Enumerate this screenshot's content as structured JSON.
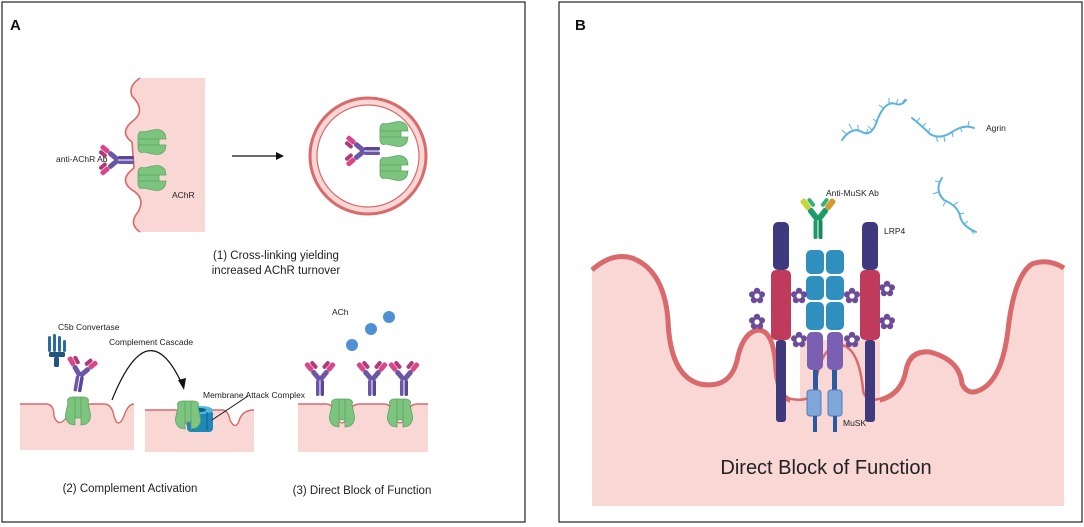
{
  "panel_a": {
    "label": "A",
    "crosslink_labels": {
      "antibody": "anti-AChR Ab",
      "receptor": "AChR"
    },
    "caption_1_line1": "(1) Cross-linking yielding",
    "caption_1_line2": "increased AChR turnover",
    "complement_labels": {
      "c5b": "C5b Convertase",
      "cascade": "Complement Cascade",
      "mac": "Membrane Attack Complex"
    },
    "ach_label": "ACh",
    "caption_2": "(2) Complement Activation",
    "caption_3": "(3) Direct Block of Function"
  },
  "panel_b": {
    "label": "B",
    "agrin_label": "Agrin",
    "antibody_label": "Anti-MuSK Ab",
    "lrp4_label": "LRP4",
    "musk_label": "MuSK",
    "title": "Direct Block of Function"
  },
  "colors": {
    "membrane_fill": "#f8d7d5",
    "membrane_line": "#d9696b",
    "achr_green": "#7cc47f",
    "ach_blue": "#4f8fd6",
    "antibody_purple": "#6b57a8",
    "antibody_pink": "#d9478a",
    "musk_teal": "#2f8fbf",
    "lrp4_navy": "#3f3a7d",
    "lrp4_red": "#c03a5c",
    "agrin_cyan": "#5ab4dd"
  }
}
